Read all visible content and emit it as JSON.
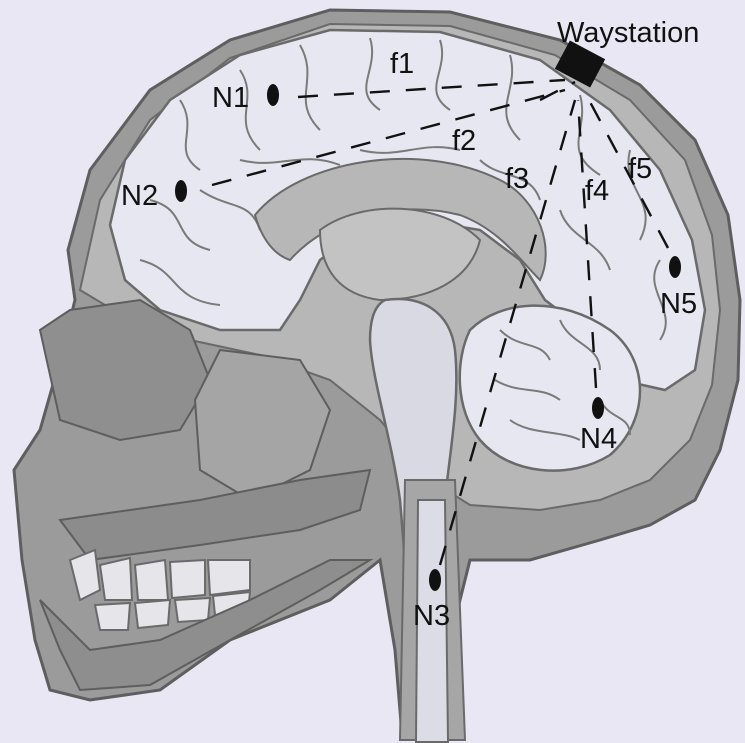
{
  "labels": {
    "waystation": "Waystation",
    "nodes": [
      "N1",
      "N2",
      "N3",
      "N4",
      "N5"
    ],
    "fibers": [
      "f1",
      "f2",
      "f3",
      "f4",
      "f5"
    ]
  },
  "colors": {
    "background": "#e8e7f3",
    "skull": "#9b9b9b",
    "skull_outline": "#5e5e5e",
    "cranial_wall": "#b7b7b7",
    "brain": "#e7e7f1",
    "brain_outline": "#6a6a6a",
    "marker": "#111111"
  }
}
